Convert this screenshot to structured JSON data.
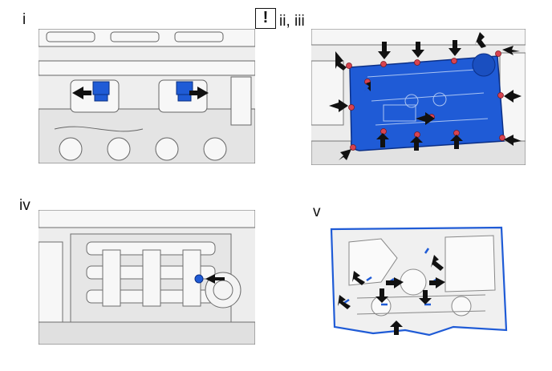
{
  "steps": {
    "i": "i",
    "ii_iii": "ii, iii",
    "iv": "iv",
    "v": "v"
  },
  "caution_symbol": "!",
  "colors": {
    "highlight_blue": "#1f5bd6",
    "bolt_red": "#d8434f",
    "arrow_black": "#111111",
    "line_gray": "#777777"
  }
}
